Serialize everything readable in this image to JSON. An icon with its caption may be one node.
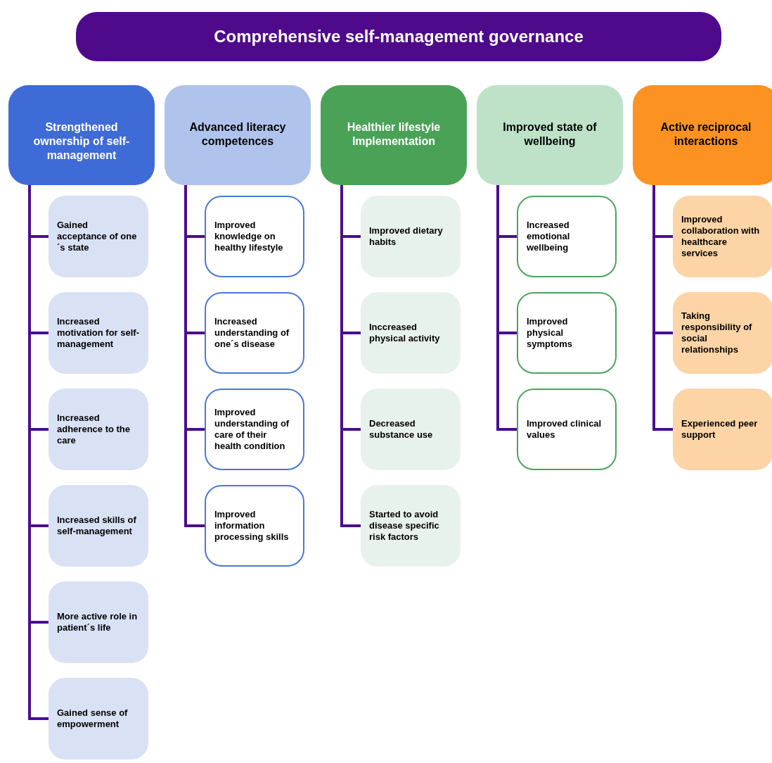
{
  "diagram": {
    "title": "Comprehensive self-management governance",
    "nodes": [
      {
        "text": [
          "Strengthened ownership of self-management"
        ]
      },
      {
        "text": [
          "Advanced literacy competences"
        ]
      },
      {
        "text": [
          "Healthier lifestyle Implementation"
        ]
      },
      {
        "text": [
          "Improved state of wellbeing"
        ]
      },
      {
        "text": [
          "Active reciprocal interactions"
        ]
      },
      {
        "text": [
          "Gained acceptance of one´s state"
        ]
      },
      {
        "text": [
          "Increased motivation for self-management"
        ]
      },
      {
        "text": [
          "Increased adherence to the care"
        ]
      },
      {
        "text": [
          "Increased skills of self-management"
        ]
      },
      {
        "text": [
          "More active role in patient´s life"
        ]
      },
      {
        "text": [
          "Gained sense of empowerment"
        ]
      },
      {
        "text": [
          "Improved knowledge on healthy lifestyle"
        ]
      },
      {
        "text": [
          "Increased understanding of one´s disease"
        ]
      },
      {
        "text": [
          "Improved understanding of care of their health condition"
        ]
      },
      {
        "text": [
          "Improved information processing skills"
        ]
      },
      {
        "text": [
          "Improved dietary habits"
        ]
      },
      {
        "text": [
          "Inccreased physical activity"
        ]
      },
      {
        "text": [
          "Decreased substance use"
        ]
      },
      {
        "text": [
          "Started to avoid disease specific risk factors"
        ]
      },
      {
        "text": [
          "Increased emotional wellbeing"
        ]
      },
      {
        "text": [
          "Improved physical symptoms"
        ]
      },
      {
        "text": [
          "Improved clinical values"
        ]
      },
      {
        "text": [
          "Improved collaboration with healthcare services"
        ]
      },
      {
        "text": [
          "Taking responsibility of social relationships"
        ]
      },
      {
        "text": [
          "Experienced peer support"
        ]
      }
    ],
    "edges": [
      {
        "from": 0,
        "to": 5,
        "arrow": "none"
      },
      {
        "from": 0,
        "to": 6,
        "arrow": "none"
      },
      {
        "from": 0,
        "to": 7,
        "arrow": "none"
      },
      {
        "from": 0,
        "to": 8,
        "arrow": "none"
      },
      {
        "from": 0,
        "to": 9,
        "arrow": "none"
      },
      {
        "from": 0,
        "to": 10,
        "arrow": "none"
      },
      {
        "from": 1,
        "to": 11,
        "arrow": "none"
      },
      {
        "from": 1,
        "to": 12,
        "arrow": "none"
      },
      {
        "from": 1,
        "to": 13,
        "arrow": "none"
      },
      {
        "from": 1,
        "to": 14,
        "arrow": "none"
      },
      {
        "from": 2,
        "to": 15,
        "arrow": "none"
      },
      {
        "from": 2,
        "to": 16,
        "arrow": "none"
      },
      {
        "from": 2,
        "to": 17,
        "arrow": "none"
      },
      {
        "from": 2,
        "to": 18,
        "arrow": "none"
      },
      {
        "from": 3,
        "to": 19,
        "arrow": "none"
      },
      {
        "from": 3,
        "to": 20,
        "arrow": "none"
      },
      {
        "from": 3,
        "to": 21,
        "arrow": "none"
      },
      {
        "from": 4,
        "to": 22,
        "arrow": "none"
      },
      {
        "from": 4,
        "to": 23,
        "arrow": "none"
      },
      {
        "from": 4,
        "to": 24,
        "arrow": "none"
      }
    ]
  }
}
